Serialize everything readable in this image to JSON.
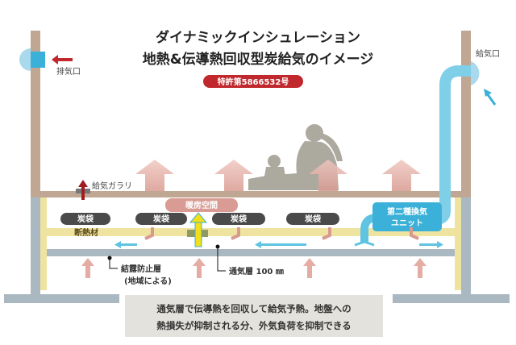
{
  "title": {
    "line1": "ダイナミックインシュレーション",
    "line2": "地熱&伝導熱回収型炭給気のイメージ"
  },
  "patent": "特許第5866532号",
  "labels": {
    "exhaust": "排気口",
    "intake": "給気口",
    "floor_grille": "給気ガラリ",
    "heating_space": "暖房空間",
    "insulation": "断熱材",
    "condensation_layer_1": "結露防止層",
    "condensation_layer_2": "(地域による)",
    "air_layer": "通気層 100 ㎜",
    "unit_1": "第二種換気",
    "unit_2": "ユニット"
  },
  "charcoal_bags": [
    "炭袋",
    "炭袋",
    "炭袋",
    "炭袋"
  ],
  "caption": {
    "line1": "通気層で伝導熱を回収して給気予熱。地盤への",
    "line2": "熱損失が抑制される分、外気負荷を抑制できる"
  },
  "colors": {
    "wall": "#bfa793",
    "foundation": "#aab8c2",
    "insulation": "#efe3a0",
    "duct": "#5fc3e2",
    "warm": "#e7b3aa",
    "patent": "#c0282d",
    "bag": "#4a4a4a"
  }
}
